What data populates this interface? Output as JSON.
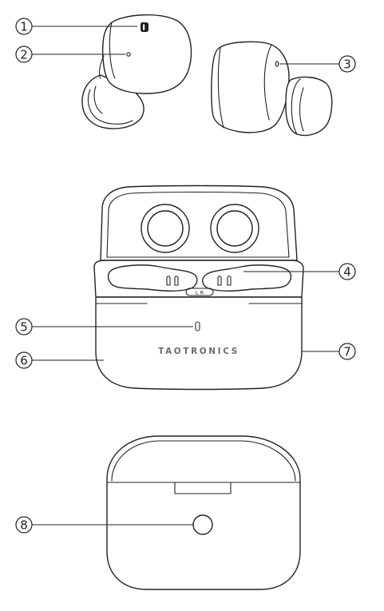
{
  "colors": {
    "line": "#222222",
    "background": "#ffffff",
    "brand_text": "#6b6b6b"
  },
  "icons": {
    "touch_control": "touch-control-icon",
    "indicator_light": "indicator-light-icon",
    "charging_contacts": "charging-pins-icon",
    "charging_port": "charging-port-icon"
  },
  "brand": {
    "label": "TAOTRONICS"
  },
  "case": {
    "lid_label": "L   R"
  },
  "callouts": [
    {
      "number": "1"
    },
    {
      "number": "2"
    },
    {
      "number": "3"
    },
    {
      "number": "4"
    },
    {
      "number": "5"
    },
    {
      "number": "6"
    },
    {
      "number": "7"
    },
    {
      "number": "8"
    }
  ]
}
